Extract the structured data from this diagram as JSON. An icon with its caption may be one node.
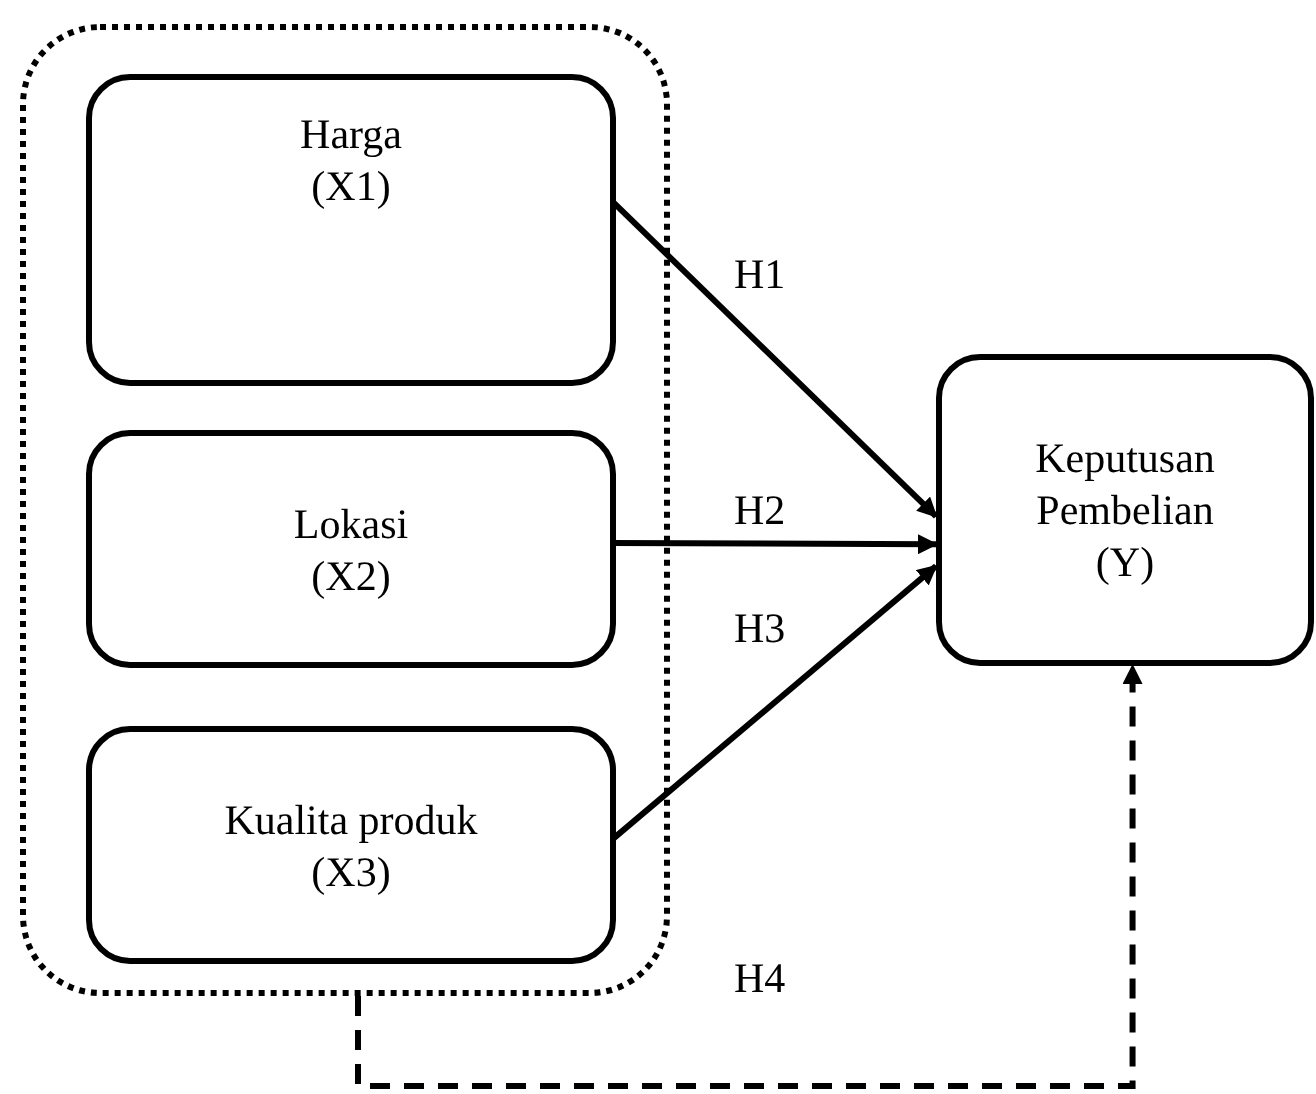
{
  "diagram": {
    "nodes": [
      {
        "text": [],
        "shape": "box"
      },
      {
        "text": [
          "Harga (X1)"
        ],
        "in": 0
      },
      {
        "text": [
          "Lokasi (X2)"
        ],
        "in": 0
      },
      {
        "text": [
          "Kualita produk (X3)"
        ],
        "in": 0
      },
      {
        "text": [
          "Keputusan Pembelian (Y)"
        ]
      }
    ],
    "edges": [
      {
        "from": 1,
        "to": 4,
        "arrow": "to",
        "label": "H1"
      },
      {
        "from": 2,
        "to": 4,
        "arrow": "to",
        "label": "H2"
      },
      {
        "from": 3,
        "to": 4,
        "arrow": "to",
        "label": "H3"
      },
      {
        "from": 0,
        "to": 4,
        "arrow": "to",
        "label": "H4",
        "style": "dashed"
      }
    ]
  }
}
